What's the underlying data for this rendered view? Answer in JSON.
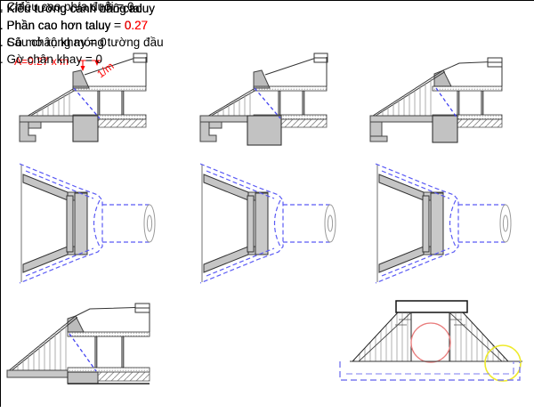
{
  "panels": {
    "p1": {
      "line1": ". Kiểu tường cánh nhô cao",
      "line2_label": ". Phần cao hơn taluy = ",
      "line2_value": "0.27",
      "dim_label": "A=0.27 x m",
      "slope_label": "1/m"
    },
    "p2": {
      "line1": ". Kiểu tường cánh nhô cao",
      "line2_label": ". Phần cao hơn taluy = ",
      "line2_value": "0.27",
      "line3": ". Có mở rộng móng tường đầu"
    },
    "p3": {
      "line1": ". Kiểu tường cánh bằng taluy",
      "line2_label": ". Phần cao hơn taluy = ",
      "line2_value": "0"
    },
    "p4": {
      "line1": ". Kiểu tường cánh bằng taluy",
      "line2_label": ". Phần cao hơn taluy = ",
      "line2_value": "0.27",
      "line3": ". Sâu chân khay = 0",
      "line4": ". Gờ chân khay = 0"
    },
    "p5": {
      "caption": ". Chiều cao phía đuôi = 0"
    }
  },
  "colors": {
    "red_text": "#fe0000",
    "blue_dashed": "#4444f2",
    "plan_blue": "#5b5bf5",
    "apron_blue": "#7b7bef",
    "gray_fill": "#c5c5c5",
    "red_circle": "#e97c7c",
    "yellow_circle": "#eeea2a"
  }
}
